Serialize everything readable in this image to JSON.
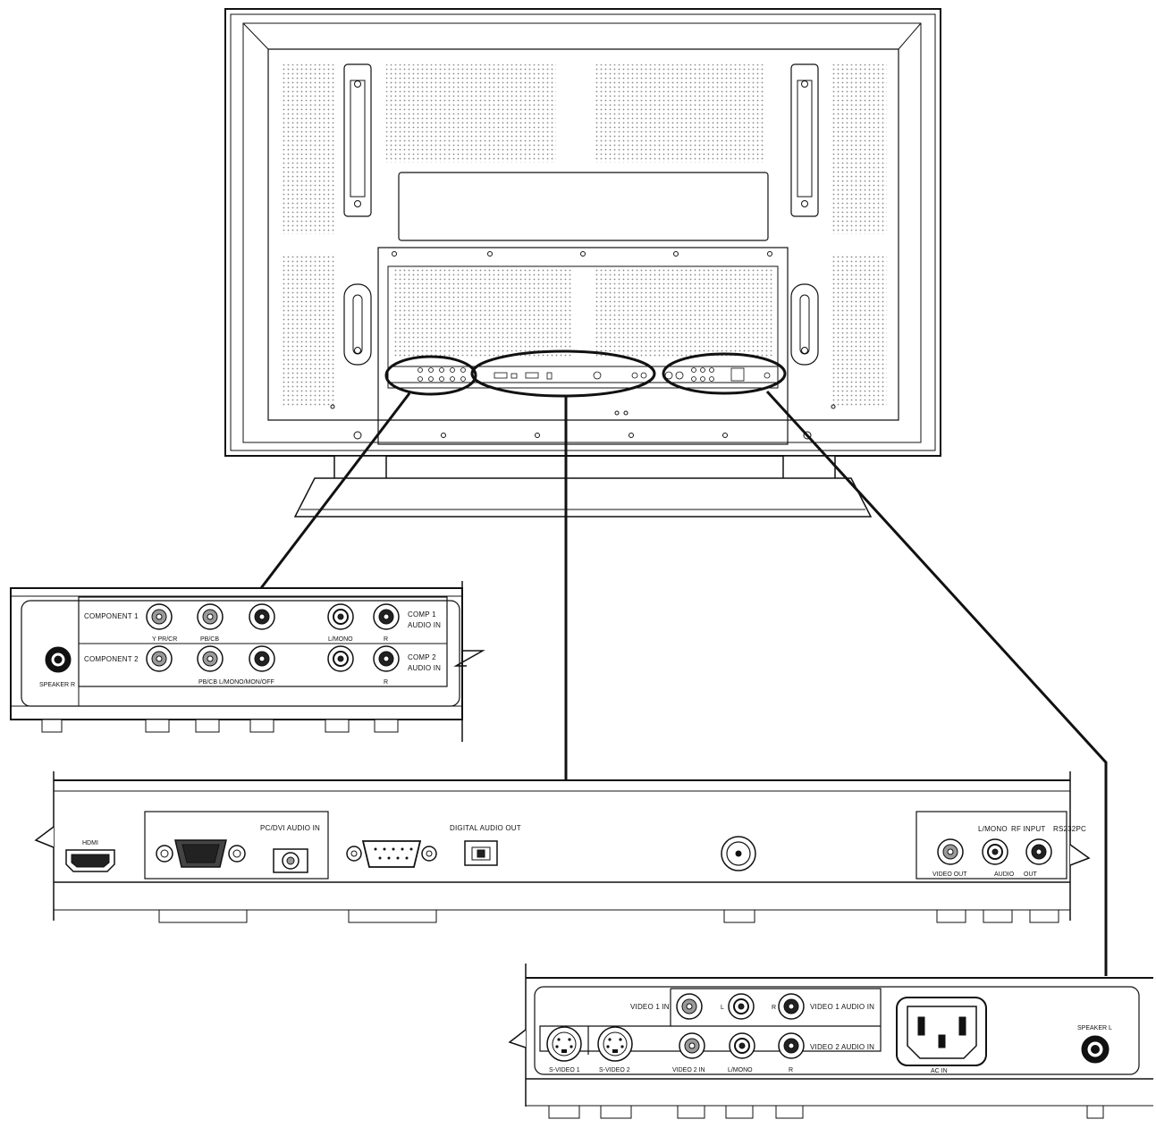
{
  "panel1": {
    "component1": "COMPONENT 1",
    "component2": "COMPONENT 2",
    "y_pr_cr": "Y PR/CR",
    "pb_cb_top": "PB/CB",
    "l_mono_top": "L/MONO",
    "r_top": "R",
    "comp1_audio_line1": "COMP 1",
    "comp1_audio_line2": "AUDIO IN",
    "comp2_audio_line1": "COMP 2",
    "comp2_audio_line2": "AUDIO IN",
    "pb_cb_bottom_row": "PB/CB L/MONO/MON/OFF",
    "r_bottom": "R",
    "speaker_r": "SPEAKER R"
  },
  "panel2": {
    "hdmi": "HDMI",
    "pc_dvi_audio_in": "PC/DVI AUDIO IN",
    "digital_audio_out": "DIGITAL AUDIO OUT",
    "l_mono": "L/MONO",
    "rf_input": "RF INPUT",
    "rs232pc": "RS232PC",
    "video_out": "VIDEO OUT",
    "audio": "AUDIO",
    "out": "OUT"
  },
  "panel3": {
    "video1_in": "VIDEO 1 IN",
    "l": "L",
    "r": "R",
    "video1_audio_in": "VIDEO 1 AUDIO IN",
    "video2_audio_in": "VIDEO 2 AUDIO IN",
    "svideo1": "S-VIDEO 1",
    "svideo2": "S-VIDEO 2",
    "video2_in": "VIDEO 2 IN",
    "l_mono": "L/MONO",
    "r_bottom": "R",
    "ac_in": "AC IN",
    "speaker_l": "SPEAKER L"
  },
  "colors": {
    "line": "#111111",
    "panel_fill": "#ffffff",
    "tv_shade": "#e9e9e9",
    "jack_dark": "#222222",
    "jack_grey": "#9a9a9a"
  }
}
